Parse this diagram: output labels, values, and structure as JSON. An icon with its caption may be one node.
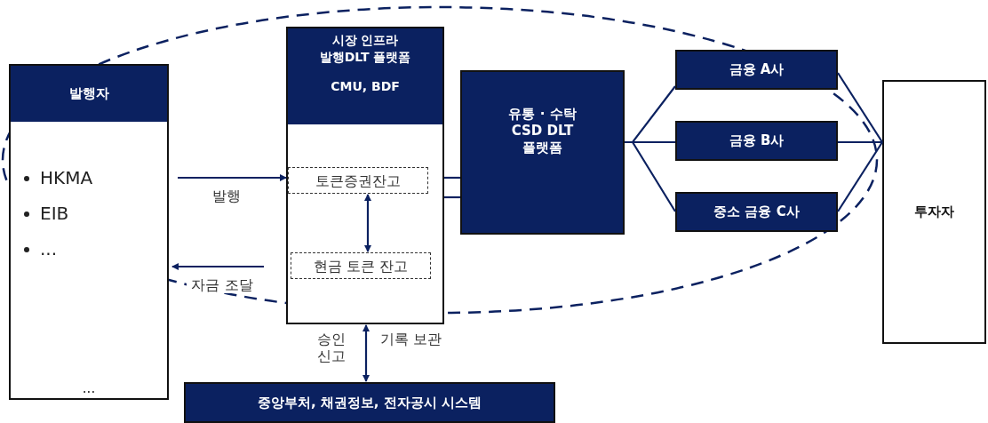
{
  "diagram": {
    "nodes": [
      {
        "text": [
          "발행자",
          "HKMA",
          "EIB",
          "...",
          "..."
        ]
      },
      {
        "text": [
          "시장 인프라 발행DLT 플랫폼",
          "CMU, BDF"
        ]
      },
      {
        "text": [
          "토큰증권잔고"
        ],
        "in": 1
      },
      {
        "text": [
          "현금 토큰 잔고"
        ],
        "in": 1
      },
      {
        "text": [
          "유통 · 수탁 CSD DLT 플랫폼"
        ]
      },
      {
        "text": [
          "금융 A사"
        ]
      },
      {
        "text": [
          "금융 B사"
        ]
      },
      {
        "text": [
          "중소 금융 C사"
        ]
      },
      {
        "text": [
          "투자자"
        ]
      },
      {
        "text": [
          "중앙부처, 채권정보, 전자공시 시스템"
        ]
      }
    ],
    "edges": [
      {
        "from": 0,
        "to": 2,
        "arrow": "to",
        "label": "발행"
      },
      {
        "from": 3,
        "to": 0,
        "arrow": "to",
        "label": "자금 조달"
      },
      {
        "from": 2,
        "to": 3,
        "arrow": "both"
      },
      {
        "from": 1,
        "to": 9,
        "arrow": "both",
        "label": "승인 신고"
      },
      {
        "from": 1,
        "to": 4,
        "arrow": "none"
      },
      {
        "from": 1,
        "to": 4,
        "arrow": "none"
      },
      {
        "from": 4,
        "to": 5,
        "arrow": "none"
      },
      {
        "from": 4,
        "to": 6,
        "arrow": "none"
      },
      {
        "from": 4,
        "to": 7,
        "arrow": "none"
      },
      {
        "from": 5,
        "to": 8,
        "arrow": "none"
      },
      {
        "from": 6,
        "to": 8,
        "arrow": "none"
      },
      {
        "from": 7,
        "to": 8,
        "arrow": "none"
      }
    ],
    "labels": [
      "기록 보관"
    ]
  }
}
